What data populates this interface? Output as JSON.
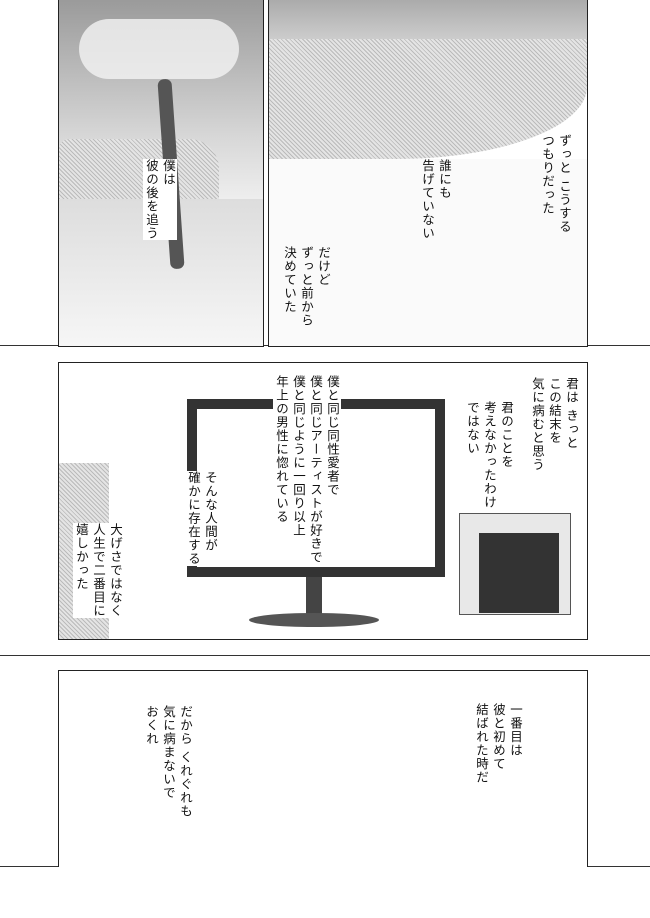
{
  "page": {
    "panel1": {
      "caption_a": [
        "ずっと こうする",
        "つもりだった"
      ],
      "caption_b": [
        "誰にも",
        "告げていない"
      ],
      "caption_c": [
        "だけど",
        "ずっと前から",
        "決めていた"
      ],
      "caption_d": [
        "僕は",
        "彼の後を追う"
      ]
    },
    "panel2": {
      "caption_a": [
        "君は きっと",
        "この結末を",
        "気に病むと思う"
      ],
      "caption_b": [
        "君のことを",
        "考えなかったわけ",
        "ではない"
      ],
      "caption_c": [
        "僕と同じ同性愛者で",
        "僕と同じアーティストが好きで",
        "僕と同じように一回り以上",
        "年上の男性に惚れている"
      ],
      "caption_d": [
        "そんな人間が",
        "確かに存在する"
      ],
      "caption_e": [
        "大げさではなく",
        "人生で二番目に",
        "嬉しかった"
      ]
    },
    "panel3": {
      "caption_a": [
        "一番目は",
        "彼と初めて",
        "結ばれた時だ"
      ],
      "caption_b": [
        "だから くれぐれも",
        "気に病まないで",
        "おくれ"
      ]
    }
  }
}
